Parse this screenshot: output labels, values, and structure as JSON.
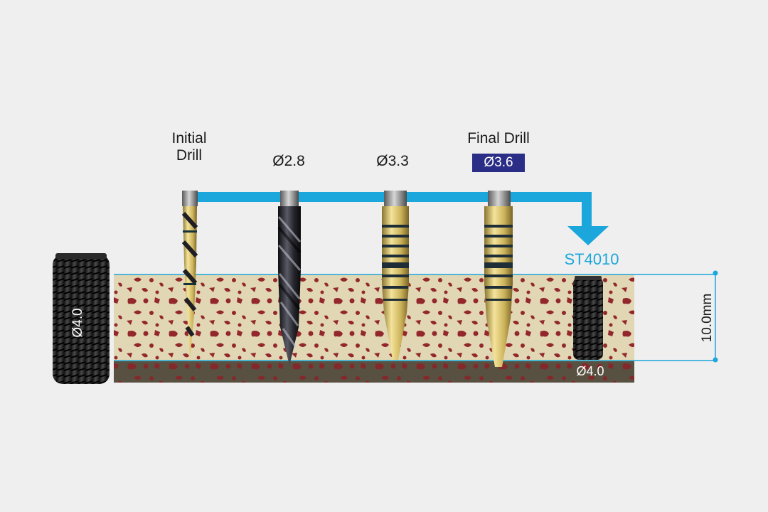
{
  "labels": {
    "initial_drill": "Initial\nDrill",
    "drill_2": "Ø2.8",
    "drill_3": "Ø3.3",
    "final_drill": "Final Drill",
    "final_drill_diameter": "Ø3.6"
  },
  "implant": {
    "model": "ST4010",
    "diameter": "Ø4.0",
    "bone_diameter": "Ø4.0"
  },
  "depth": "10.0mm",
  "colors": {
    "background": "#efefef",
    "flow_arrow": "#1ba6dc",
    "badge": "#2b2e86",
    "cancellous_bone": "#e2d7b4",
    "cortical_bone": "#585142",
    "bone_speckle": "#8e1f25",
    "drill_gold": "#d8c570",
    "implant": "#2b2b2b"
  }
}
